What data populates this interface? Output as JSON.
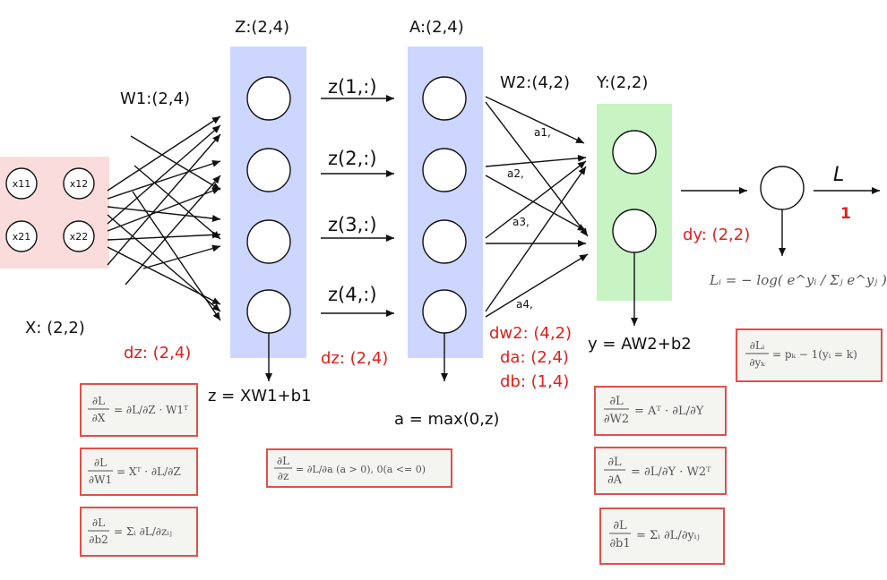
{
  "colors": {
    "input_fill": "#fbdcdc",
    "layer_fill": "#cdd6ff",
    "output_fill": "#c8f4c4",
    "annotation": "#e0201b",
    "formula_border": "#e0504a"
  },
  "labels": {
    "z_shape": "Z:(2,4)",
    "a_shape": "A:(2,4)",
    "w1_shape": "W1:(2,4)",
    "w2_shape": "W2:(4,2)",
    "y_shape": "Y:(2,2)",
    "x_shape": "X: (2,2)",
    "loss": "L",
    "loss_value": "1",
    "z_eq": "z = XW1+b1",
    "a_eq": "a = max(0,z)",
    "y_eq": "y = AW2+b2"
  },
  "inputs": [
    "x11",
    "x12",
    "x21",
    "x22"
  ],
  "z_rows": [
    "z(1,:)",
    "z(2,:)",
    "z(3,:)",
    "z(4,:)"
  ],
  "a_rows": [
    "a1,",
    "a2,",
    "a3,",
    "a4,"
  ],
  "annotations": {
    "dz_left": "dz: (2,4)",
    "dz_mid": "dz: (2,4)",
    "dw2": "dw2: (4,2)",
    "da": "da: (2,4)",
    "db": "db: (1,4)",
    "dy": "dy: (2,2)"
  },
  "formulas": {
    "dLdX": {
      "lhs_num": "∂L",
      "lhs_den": "∂X",
      "rhs": "=  ∂L/∂Z · W1ᵀ"
    },
    "dLdW1": {
      "lhs_num": "∂L",
      "lhs_den": "∂W1",
      "rhs": "= Xᵀ · ∂L/∂Z"
    },
    "dLdb2": {
      "lhs_num": "∂L",
      "lhs_den": "∂b2",
      "rhs": "= Σᵢ ∂L/∂zᵢⱼ"
    },
    "dLdz": {
      "lhs_num": "∂L",
      "lhs_den": "∂z",
      "rhs": "= ∂L/∂a (a > 0), 0(a <= 0)"
    },
    "dLdW2": {
      "lhs_num": "∂L",
      "lhs_den": "∂W2",
      "rhs": "= Aᵀ · ∂L/∂Y"
    },
    "dLdA": {
      "lhs_num": "∂L",
      "lhs_den": "∂A",
      "rhs": "= ∂L/∂Y · W2ᵀ"
    },
    "dLdb1": {
      "lhs_num": "∂L",
      "lhs_den": "∂b1",
      "rhs": "= Σᵢ ∂L/∂yᵢⱼ"
    },
    "dLdy": {
      "lhs_num": "∂Lᵢ",
      "lhs_den": "∂yₖ",
      "rhs": "= pₖ − 1(yᵢ = k)"
    },
    "loss_def": {
      "text": "Lᵢ = − log( e^yᵢ / Σⱼ e^yⱼ )"
    }
  }
}
